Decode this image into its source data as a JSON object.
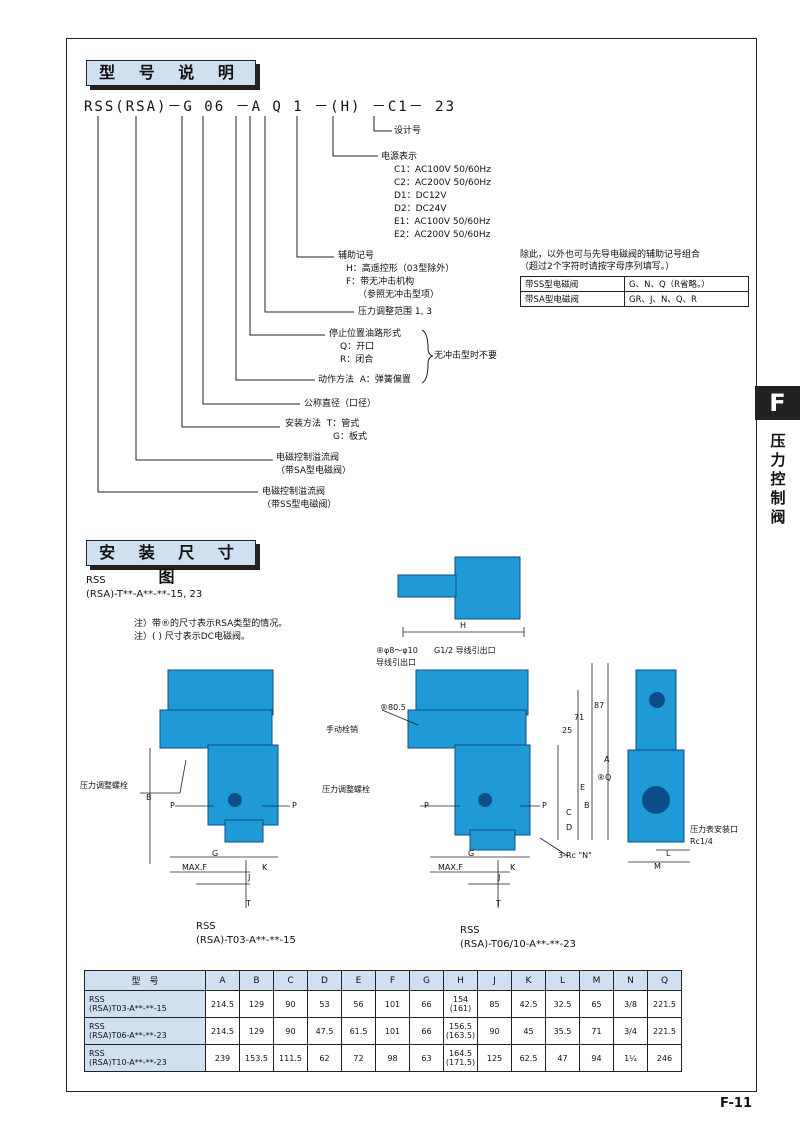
{
  "section1_title": "型 号 说 明",
  "section2_title": "安 装 尺 寸 图",
  "model_code": "RSS(RSA)－G 06 －A Q 1 －(H) －C1－ 23",
  "items": {
    "design": "设计号",
    "power_head": "电源表示",
    "power": [
      "C1：AC100V 50/60Hz",
      "C2：AC200V 50/60Hz",
      "D1：DC12V",
      "D2：DC24V",
      "E1：AC100V 50/60Hz",
      "E2：AC200V 50/60Hz"
    ],
    "aux_head": "辅助记号",
    "aux": [
      "H：高遥控形（03型除外）",
      "F：带无冲击机构",
      "（参照无冲击型项）"
    ],
    "pressure": "压力调整范围 1, 3",
    "stop_head": "停止位置油路形式",
    "stop": [
      "Q：开口",
      "R：闭合"
    ],
    "no_shock": "无冲击型时不要",
    "action": "动作方法  A：弹簧偏置",
    "size": "公称直径（口径）",
    "mount": [
      "安装方法  T：管式",
      "G：板式"
    ],
    "sa": [
      "电磁控制溢流阀",
      "（带SA型电磁阀）"
    ],
    "ss": [
      "电磁控制溢流阀",
      "（带SS型电磁阀）"
    ]
  },
  "combo_note": [
    "除此，以外也可与先导电磁阀的辅助记号组合",
    "（超过2个字符时请按字母序列填写。）"
  ],
  "combo_table": [
    [
      "带SS型电磁阀",
      "G、N、Q（R省略。）"
    ],
    [
      "带SA型电磁阀",
      "GR、J、N、Q、R"
    ]
  ],
  "dim_series": "RSS\n(RSA)-T**-A**-**-15, 23",
  "notes": [
    "注）带®的尺寸表示RSA类型的情况。",
    "注）( ) 尺寸表示DC电磁阀。"
  ],
  "drawing_labels": {
    "lead_dia": "®φ8～φ10\n导线引出口",
    "g12": "G1/2 导线引出口",
    "manual_pin": "手动栓销",
    "press_screw": "压力调整螺栓",
    "gauge": "压力表安装口\nRc1/4",
    "rcn": "3-Rc \"N\"",
    "dims": [
      "H",
      "A",
      "®Q",
      "87",
      "71",
      "®80.5",
      "25",
      "B",
      "E",
      "C",
      "D",
      "G",
      "K",
      "J",
      "T",
      "L",
      "M",
      "P",
      "MAX.F"
    ],
    "cap_left": "RSS\n(RSA)-T03-A**-**-15",
    "cap_right": "RSS\n(RSA)-T06/10-A**-**-23"
  },
  "side_tab": "F",
  "side_text": "压力控制阀",
  "table": {
    "headers": [
      "型　号",
      "A",
      "B",
      "C",
      "D",
      "E",
      "F",
      "G",
      "H",
      "J",
      "K",
      "L",
      "M",
      "N",
      "Q"
    ],
    "rows": [
      [
        "RSS\n(RSA)T03-A**-**-15",
        "214.5",
        "129",
        "90",
        "53",
        "56",
        "101",
        "66",
        "154\n(161)",
        "85",
        "42.5",
        "32.5",
        "65",
        "3/8",
        "221.5"
      ],
      [
        "RSS\n(RSA)T06-A**-**-23",
        "214.5",
        "129",
        "90",
        "47.5",
        "61.5",
        "101",
        "66",
        "156.5\n(163.5)",
        "90",
        "45",
        "35.5",
        "71",
        "3/4",
        "221.5"
      ],
      [
        "RSS\n(RSA)T10-A**-**-23",
        "239",
        "153.5",
        "111.5",
        "62",
        "72",
        "98",
        "63",
        "164.5\n(171.5)",
        "125",
        "62.5",
        "47",
        "94",
        "1¼",
        "246"
      ]
    ]
  },
  "page_no": "F-11",
  "colors": {
    "accent": "#cfe0f0",
    "valve": "#1f9ad6",
    "valve_dark": "#0b4f86"
  }
}
